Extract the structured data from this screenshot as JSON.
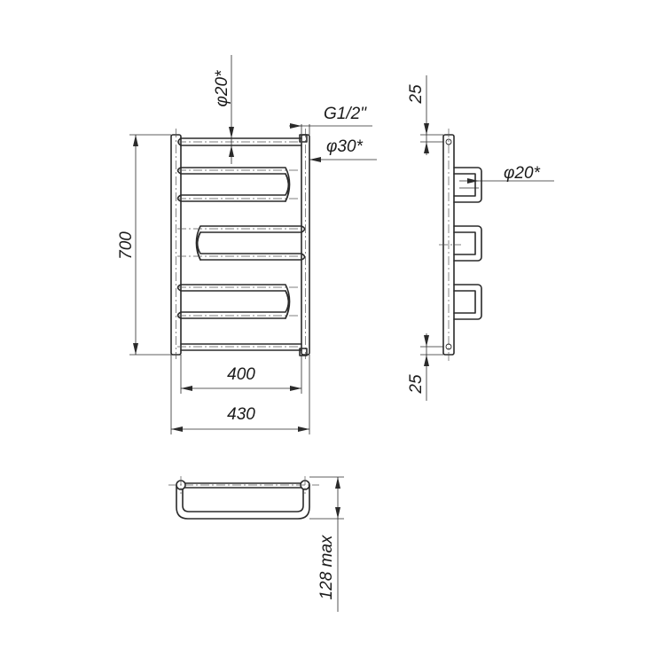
{
  "front_view": {
    "labels": {
      "height": "700",
      "pipe_diameter": "φ20*",
      "thread": "G1/2\"",
      "collector_diameter": "φ30*",
      "width_inner": "400",
      "width_outer": "430"
    }
  },
  "side_view": {
    "labels": {
      "top_offset": "25",
      "bottom_offset": "25",
      "pipe_diameter": "φ20*"
    }
  },
  "top_view": {
    "labels": {
      "depth": "128 max"
    }
  }
}
